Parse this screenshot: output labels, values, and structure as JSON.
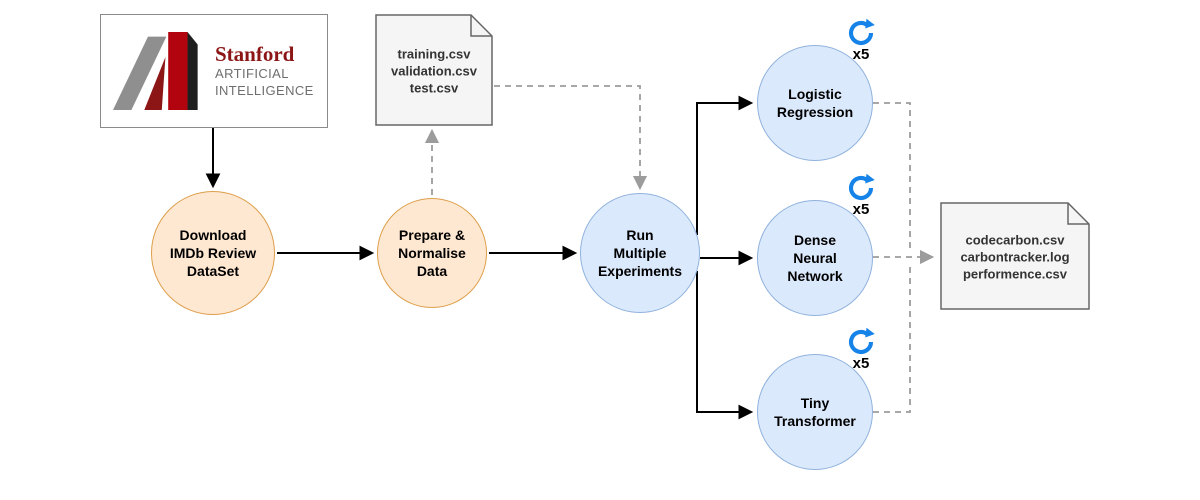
{
  "logo": {
    "title": "Stanford",
    "subtitle1": "ARTIFICIAL",
    "subtitle2": "INTELLIGENCE"
  },
  "files": {
    "input": {
      "lines": "training.csv\nvalidation.csv\ntest.csv"
    },
    "output": {
      "lines": "codecarbon.csv\ncarbontracker.log\nperformence.csv"
    }
  },
  "nodes": {
    "download": {
      "label": "Download\nIMDb Review\nDataSet"
    },
    "prepare": {
      "label": "Prepare &\nNormalise\nData"
    },
    "run": {
      "label": "Run\nMultiple\nExperiments"
    },
    "logistic": {
      "label": "Logistic\nRegression",
      "repeat": "x5"
    },
    "dense": {
      "label": "Dense\nNeural\nNetwork",
      "repeat": "x5"
    },
    "tiny": {
      "label": "Tiny\nTransformer",
      "repeat": "x5"
    }
  },
  "colors": {
    "orange_fill": "#ffe8d1",
    "orange_stroke": "#dd9f4c",
    "blue_fill": "#dbe9fc",
    "blue_stroke": "#90b2dd",
    "dashed_arrow": "#9c9c9c",
    "solid_arrow": "#000000",
    "refresh_icon_blue": "#1583e8",
    "stanford_red": "#8c1515"
  }
}
